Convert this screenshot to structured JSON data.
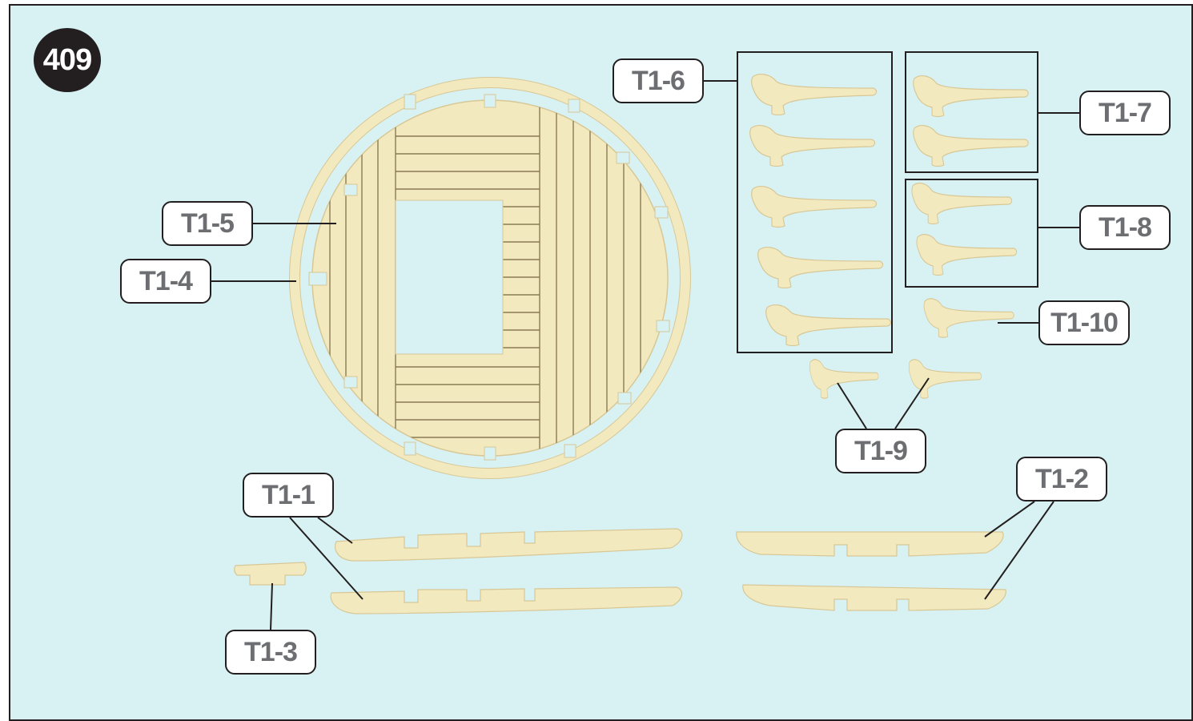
{
  "page_number": "409",
  "labels": {
    "t1_1": "T1-1",
    "t1_2": "T1-2",
    "t1_3": "T1-3",
    "t1_4": "T1-4",
    "t1_5": "T1-5",
    "t1_6": "T1-6",
    "t1_7": "T1-7",
    "t1_8": "T1-8",
    "t1_9": "T1-9",
    "t1_10": "T1-10"
  },
  "colors": {
    "background": "#d8f2f3",
    "wood": "#f3e9bf",
    "wood_edge": "#d7c795",
    "wood_line": "#8a7a55",
    "ink": "#231f20",
    "label_text": "#6d6e71"
  }
}
